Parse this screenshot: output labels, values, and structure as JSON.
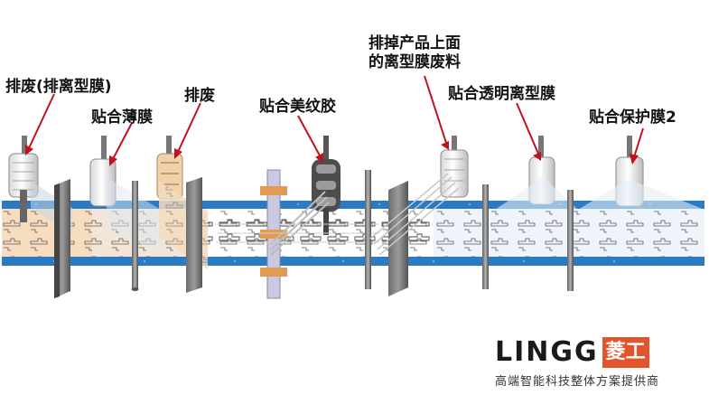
{
  "labels": {
    "discard_release": "排废(排离型膜)",
    "laminate_film": "贴合薄膜",
    "discard": "排废",
    "laminate_tape": "贴合美纹胶",
    "discard_top_release_line1": "排掉产品上面",
    "discard_top_release_line2": "的离型膜废料",
    "laminate_clear_release": "贴合透明离型膜",
    "laminate_protect": "贴合保护膜2"
  },
  "brand": {
    "logo": "LINGG",
    "badge": "菱工",
    "tagline": "高端智能科技整体方案提供商"
  },
  "colors": {
    "belt_blue": "#2a7bc4",
    "belt_light": "#cfe3f2",
    "belt_warm": "#f7dcc0",
    "arrow_red": "#c0121c",
    "roller_gray": "#888888",
    "orange_clamp": "#e39b53",
    "brand_orange": "#e2542b"
  }
}
